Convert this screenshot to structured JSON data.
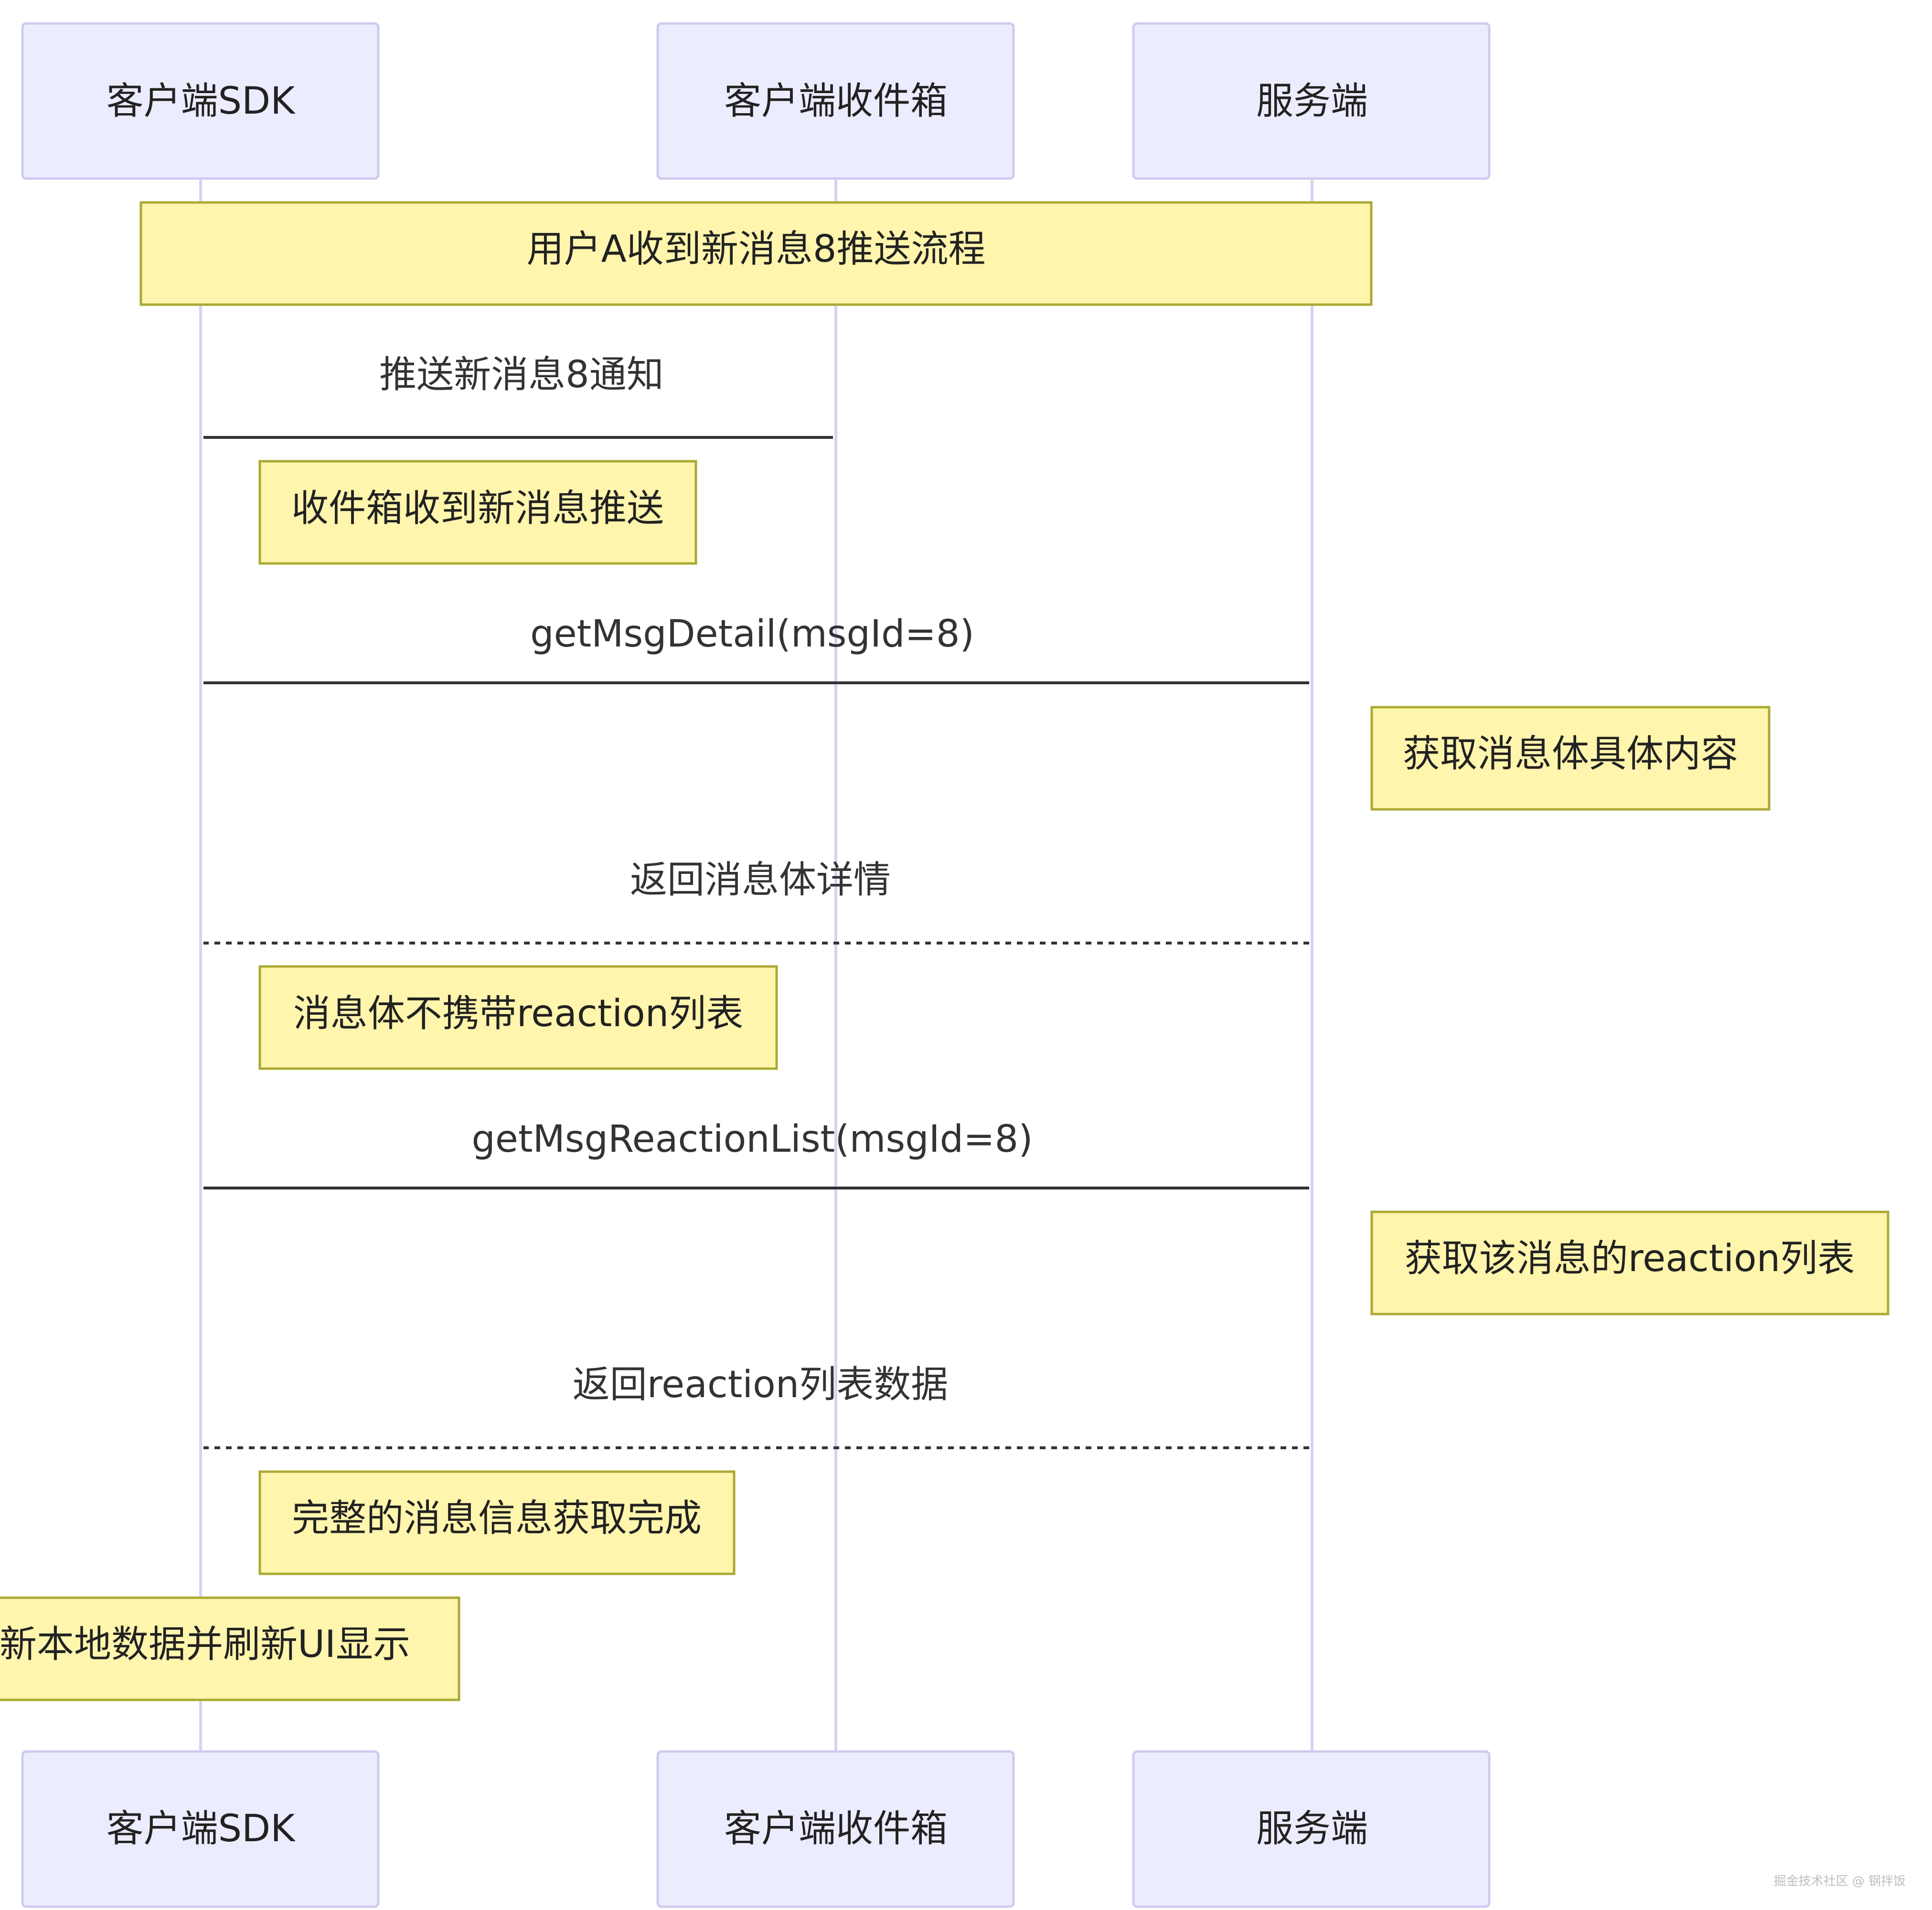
{
  "colors": {
    "actor_fill": "#ECECFF",
    "actor_stroke": "#CCCCF0",
    "lifeline": "#D6D2F5",
    "note_fill": "#FFF5AD",
    "note_stroke": "#AAAA33",
    "arrow": "#333333",
    "text": "#222222"
  },
  "actors": [
    {
      "id": "sdk",
      "label": "客户端SDK"
    },
    {
      "id": "inbox",
      "label": "客户端收件箱"
    },
    {
      "id": "server",
      "label": "服务端"
    }
  ],
  "messages": [
    {
      "from": "inbox",
      "to": "sdk",
      "label": "推送新消息8通知",
      "style": "solid"
    },
    {
      "from": "sdk",
      "to": "server",
      "label": "getMsgDetail(msgId=8)",
      "style": "solid"
    },
    {
      "from": "server",
      "to": "sdk",
      "label": "返回消息体详情",
      "style": "dashed"
    },
    {
      "from": "sdk",
      "to": "server",
      "label": "getMsgReactionList(msgId=8)",
      "style": "solid"
    },
    {
      "from": "server",
      "to": "sdk",
      "label": "返回reaction列表数据",
      "style": "dashed"
    }
  ],
  "notes": [
    {
      "label": "用户A收到新消息8推送流程",
      "placement": "over sdk and server"
    },
    {
      "label": "收件箱收到新消息推送",
      "placement": "right of sdk"
    },
    {
      "label": "获取消息体具体内容",
      "placement": "right of server"
    },
    {
      "label": "消息体不携带reaction列表",
      "placement": "right of sdk"
    },
    {
      "label": "获取该消息的reaction列表",
      "placement": "right of server"
    },
    {
      "label": "完整的消息信息获取完成",
      "placement": "right of sdk"
    },
    {
      "label": "更新本地数据并刷新UI显示",
      "placement": "left of sdk"
    }
  ],
  "watermark": "掘金技术社区 @ 钢拌饭"
}
